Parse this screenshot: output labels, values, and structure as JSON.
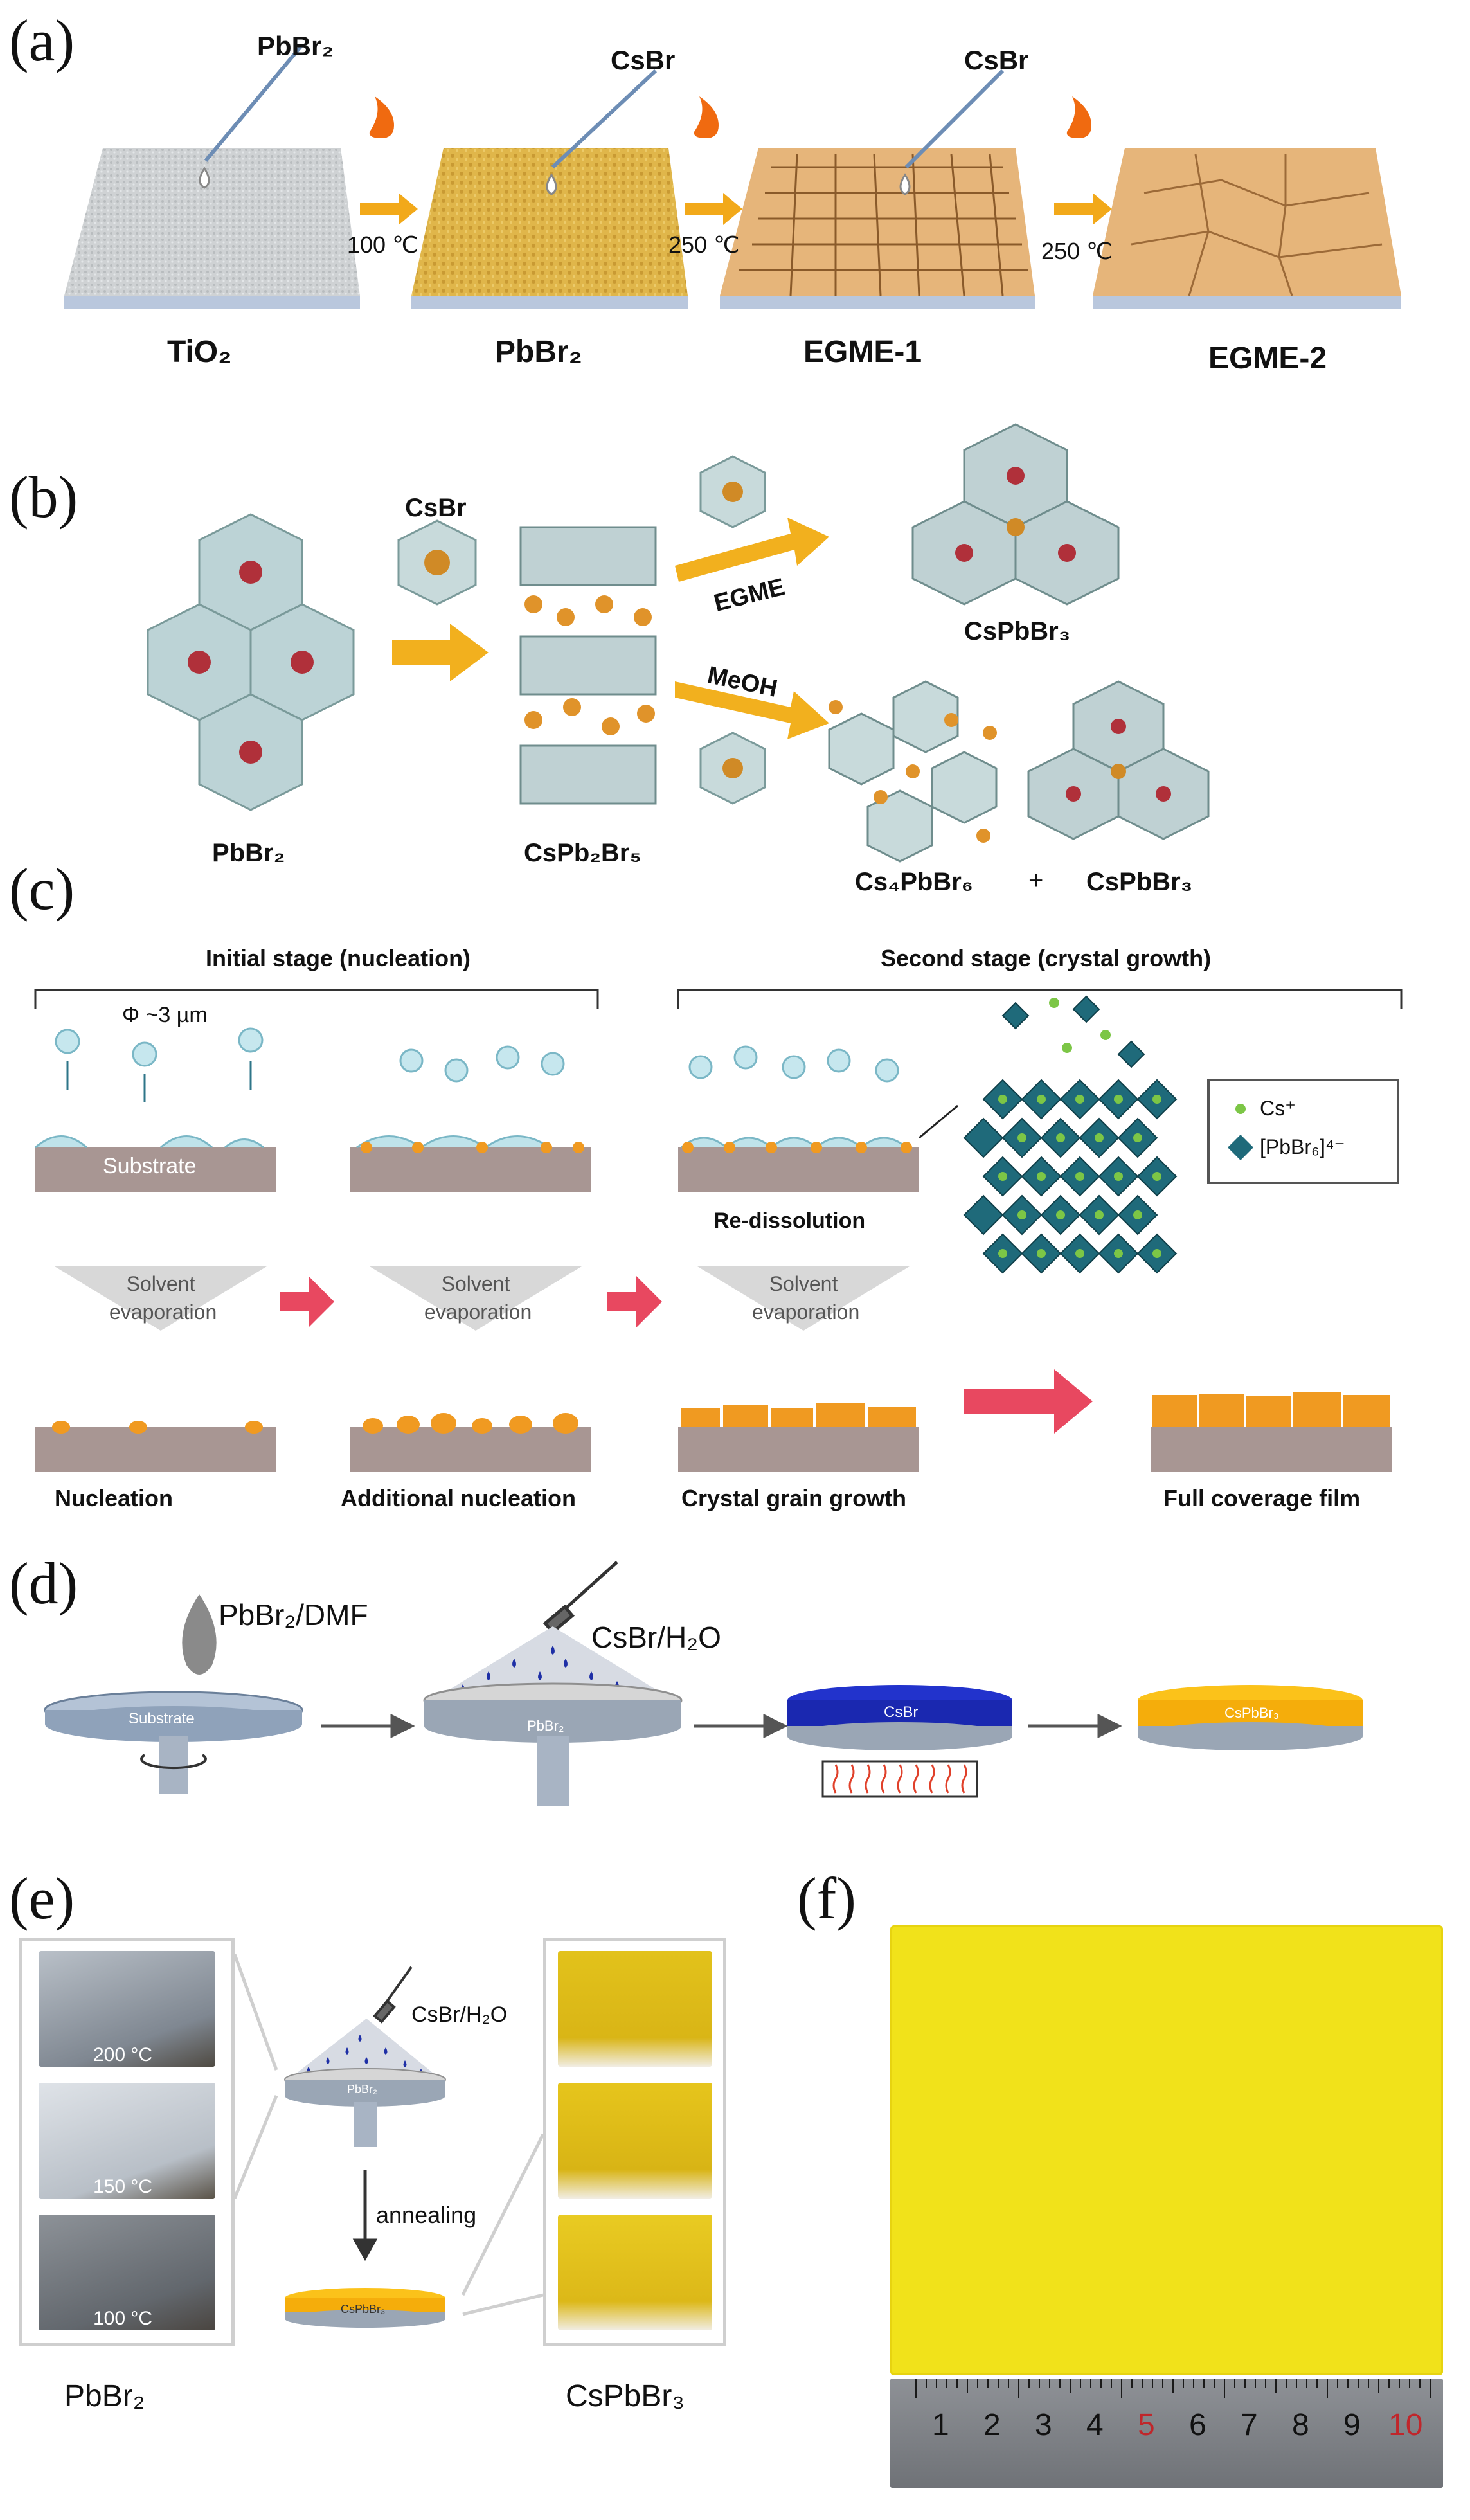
{
  "panels": {
    "a": {
      "label": "(a)",
      "reagents": [
        "PbBr₂",
        "CsBr",
        "CsBr"
      ],
      "temps": [
        "100 ℃",
        "250 ℃",
        "250 ℃"
      ],
      "films": [
        "TiO₂",
        "PbBr₂",
        "EGME-1",
        "EGME-2"
      ],
      "colors": {
        "tio2": "#cfd2d4",
        "pbbr2": "#e0b64a",
        "egme": "#e6b57a",
        "substrate": "#b9c7dd",
        "arrow": "#f2a91a"
      }
    },
    "b": {
      "label": "(b)",
      "pbbr2": "PbBr₂",
      "csbr": "CsBr",
      "intermediate": "CsPb₂Br₅",
      "route_top": "EGME",
      "route_bottom": "MeOH",
      "product_top": "CsPbBr₃",
      "product_bottom_1": "Cs₄PbBr₆",
      "plus": "+",
      "product_bottom_2": "CsPbBr₃"
    },
    "c": {
      "label": "(c)",
      "stage1": "Initial stage (nucleation)",
      "stage2": "Second stage (crystal growth)",
      "diameter": "Φ ~3 µm",
      "substrate": "Substrate",
      "redissolution": "Re-dissolution",
      "evap_line1": "Solvent",
      "evap_line2": "evaporation",
      "legend_cs": "Cs⁺",
      "legend_pb": "[PbBr₆]⁴⁻",
      "steps": [
        "Nucleation",
        "Additional nucleation",
        "Crystal grain growth",
        "Full coverage film"
      ]
    },
    "d": {
      "label": "(d)",
      "precursor": "PbBr₂/DMF",
      "spray": "CsBr/H₂O",
      "substrate": "Substrate",
      "layer_pbbr2": "PbBr₂",
      "layer_csbr": "CsBr",
      "layer_cspbbr3": "CsPbBr₃"
    },
    "e": {
      "label": "(e)",
      "temps": [
        "200 °C",
        "150 °C",
        "100 °C"
      ],
      "spray": "CsBr/H₂O",
      "layer_pbbr2": "PbBr₂",
      "annealing": "annealing",
      "layer_cspbbr3": "CsPbBr₃",
      "left_caption": "PbBr₂",
      "right_caption": "CsPbBr₃"
    },
    "f": {
      "label": "(f)",
      "ruler_numbers": [
        "1",
        "2",
        "3",
        "4",
        "5",
        "6",
        "7",
        "8",
        "9",
        "10"
      ]
    }
  }
}
